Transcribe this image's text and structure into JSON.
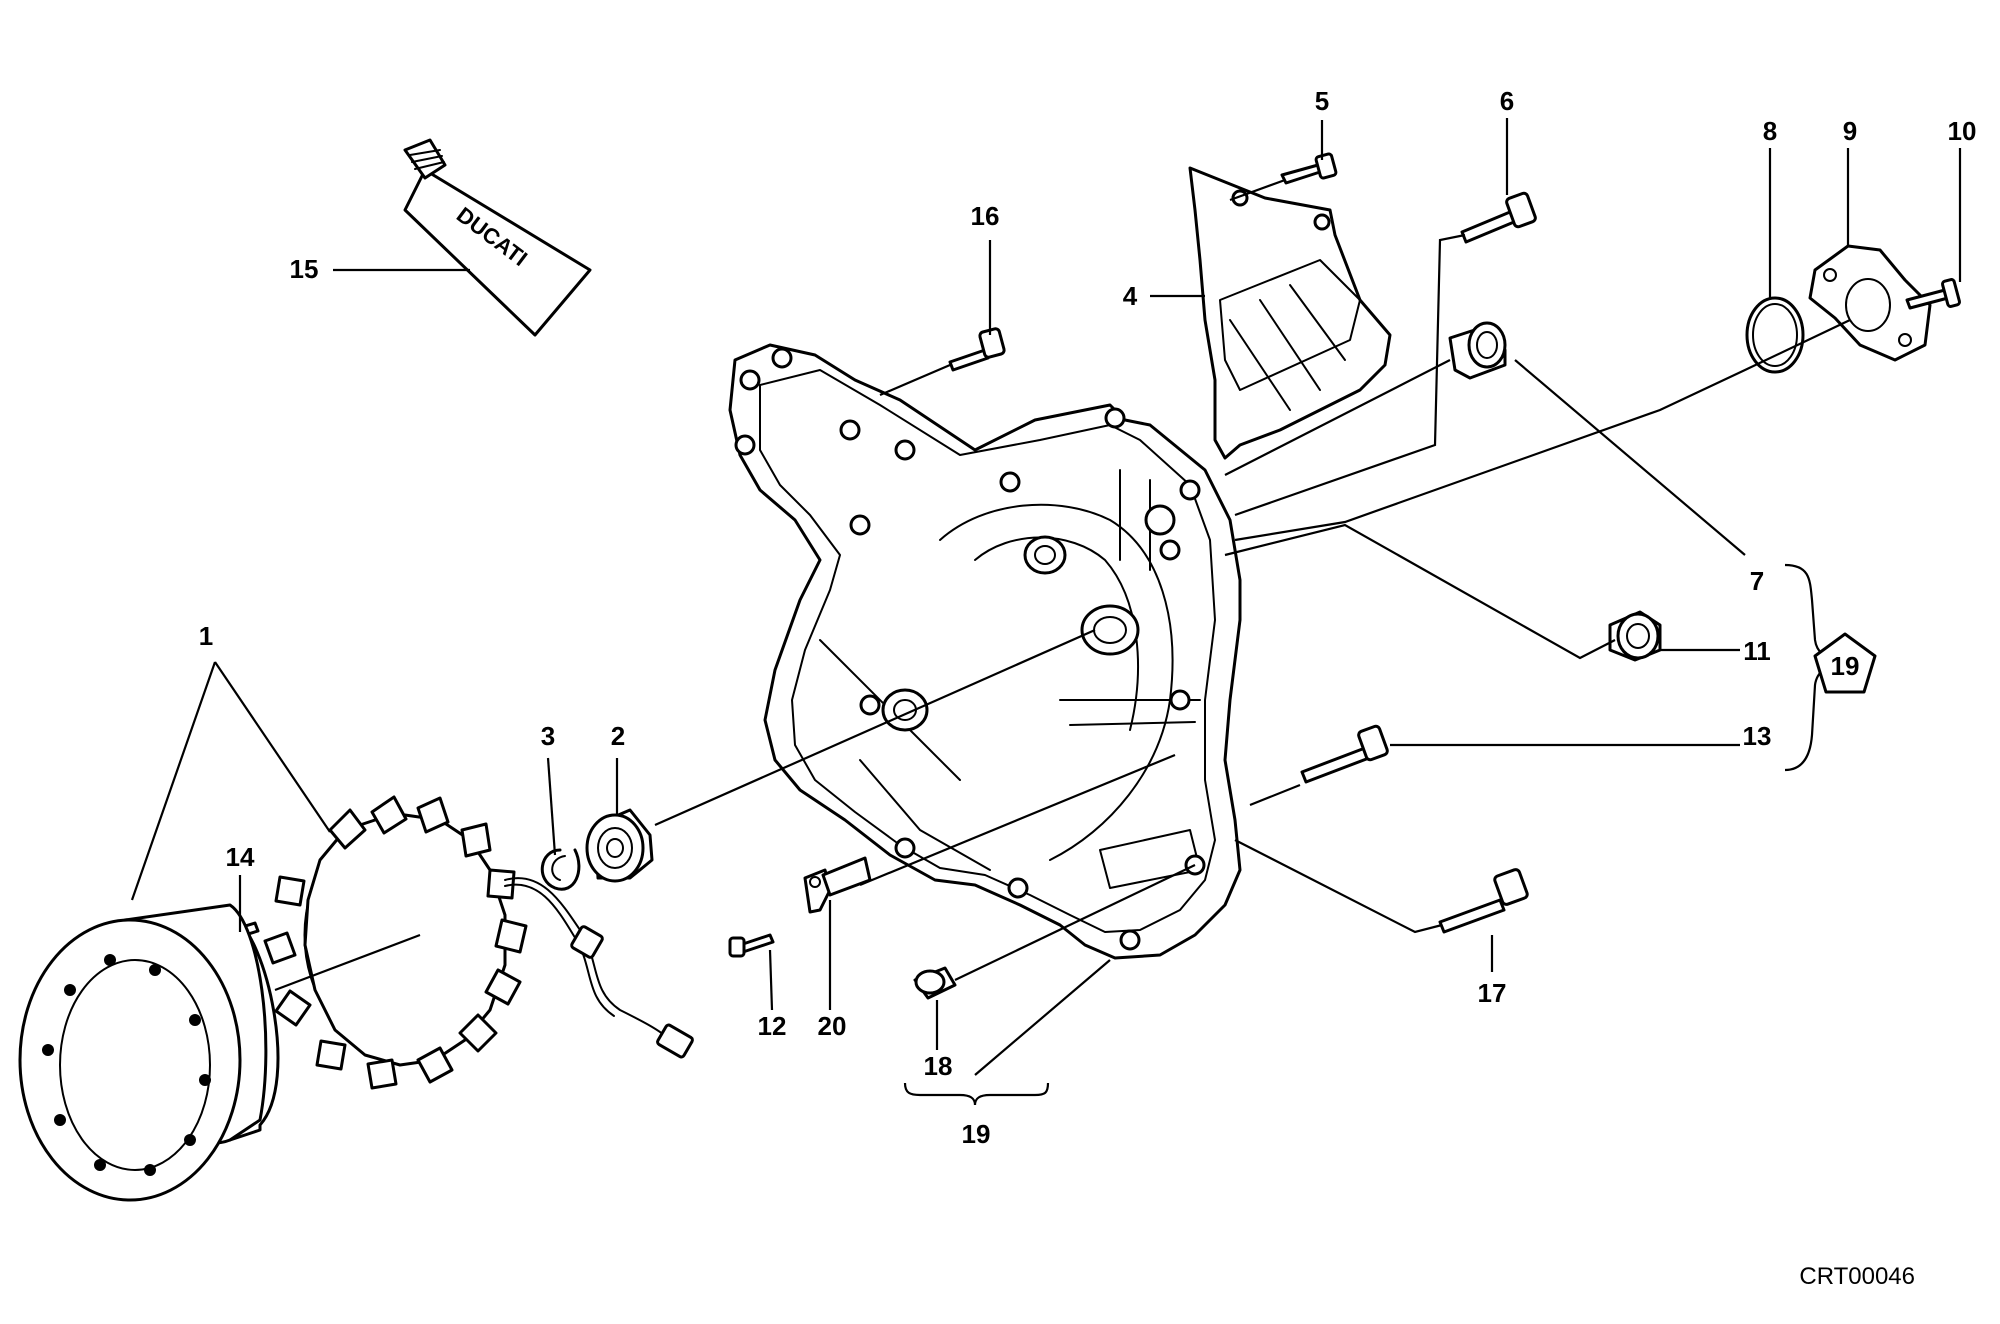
{
  "diagram": {
    "reference_code": "CRT00046",
    "brand_on_tube": "DUCATI",
    "callouts": [
      {
        "id": "c1",
        "label": "1"
      },
      {
        "id": "c2",
        "label": "2"
      },
      {
        "id": "c3",
        "label": "3"
      },
      {
        "id": "c4",
        "label": "4"
      },
      {
        "id": "c5",
        "label": "5"
      },
      {
        "id": "c6",
        "label": "6"
      },
      {
        "id": "c7",
        "label": "7"
      },
      {
        "id": "c8",
        "label": "8"
      },
      {
        "id": "c9",
        "label": "9"
      },
      {
        "id": "c10",
        "label": "10"
      },
      {
        "id": "c11",
        "label": "11"
      },
      {
        "id": "c12",
        "label": "12"
      },
      {
        "id": "c13",
        "label": "13"
      },
      {
        "id": "c14",
        "label": "14"
      },
      {
        "id": "c15",
        "label": "15"
      },
      {
        "id": "c16",
        "label": "16"
      },
      {
        "id": "c17",
        "label": "17"
      },
      {
        "id": "c18",
        "label": "18"
      },
      {
        "id": "c19a",
        "label": "19"
      },
      {
        "id": "c19b",
        "label": "19"
      },
      {
        "id": "c20",
        "label": "20"
      }
    ]
  }
}
